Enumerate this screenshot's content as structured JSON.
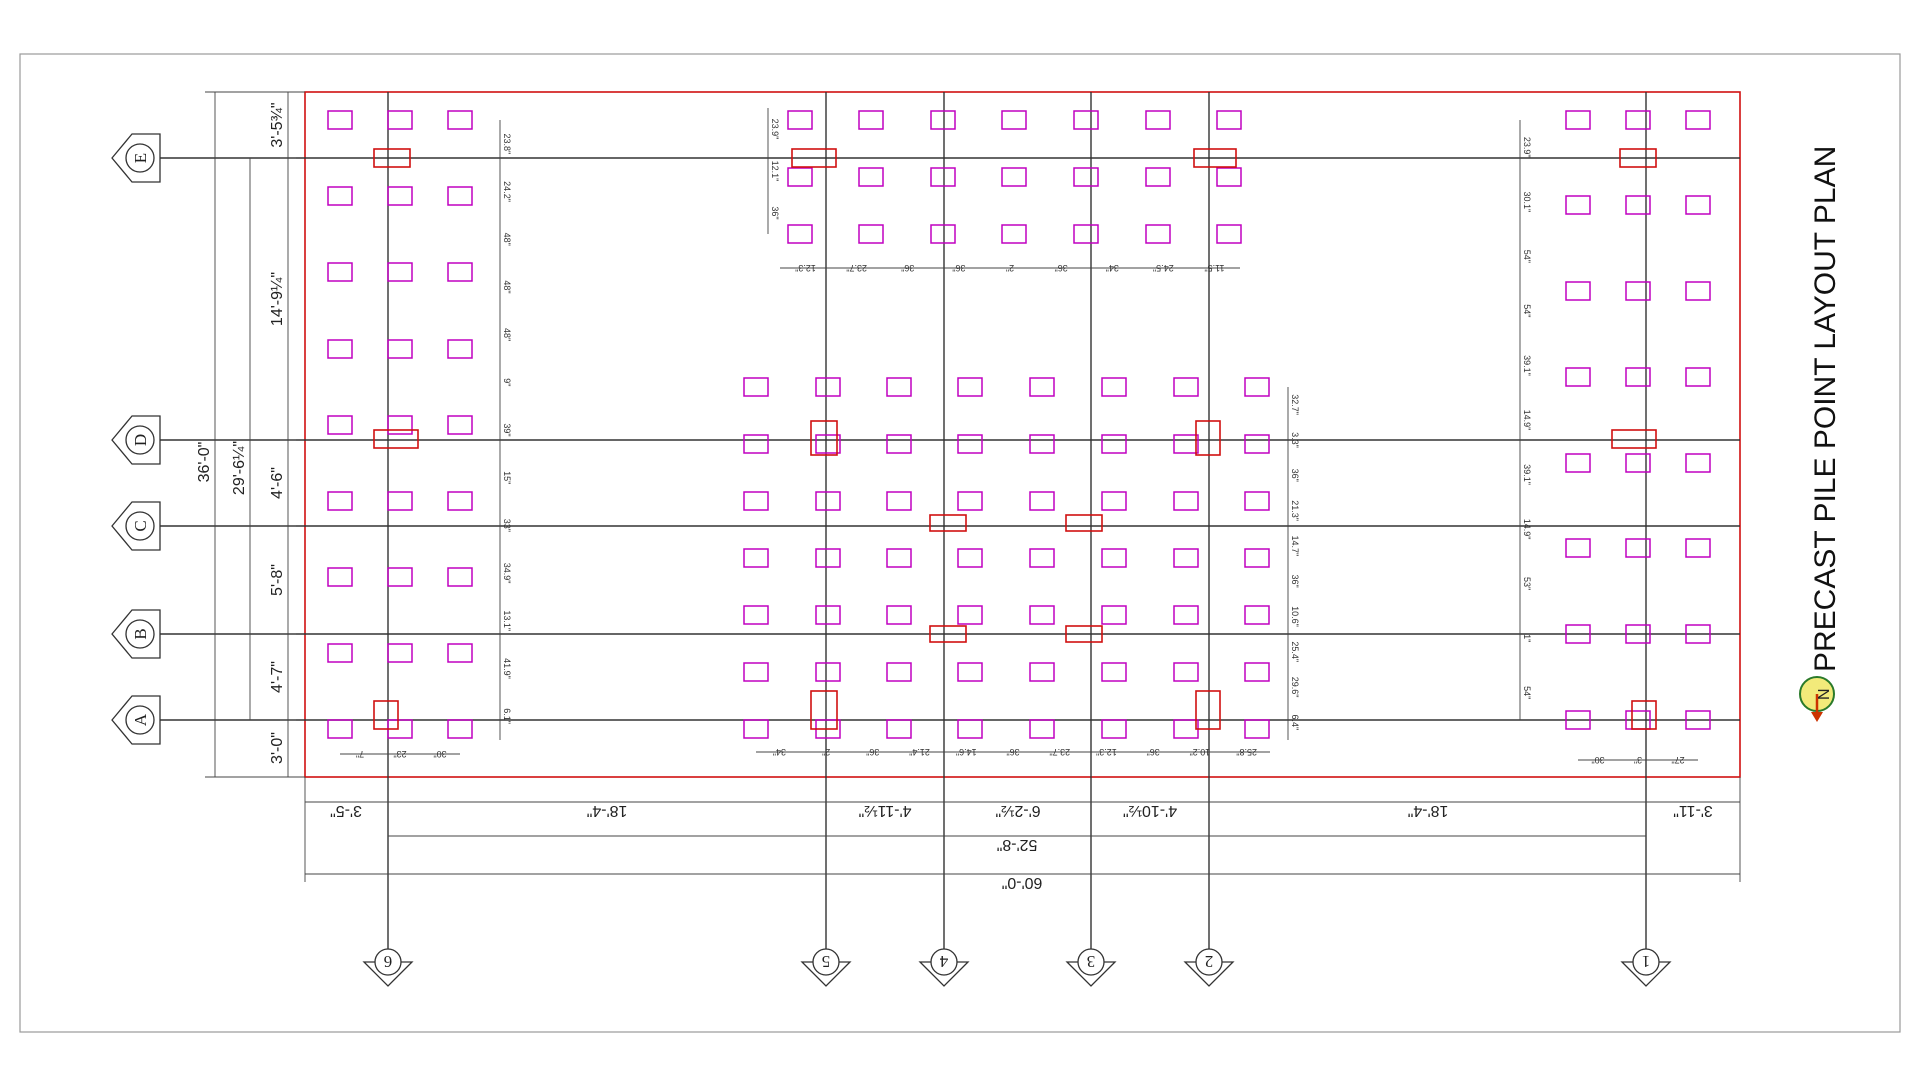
{
  "title": "PRECAST PILE POINT LAYOUT PLAN",
  "north_label": "N",
  "grid_rows": [
    "E",
    "D",
    "C",
    "B",
    "A"
  ],
  "grid_columns": [
    "6",
    "5",
    "4",
    "3",
    "2",
    "1"
  ],
  "left_dimensions": {
    "overall": "36'-0\"",
    "inner": "29'-6¼\"",
    "segments": [
      "3'-5¾\"",
      "14'-9¼\"",
      "4'-6\"",
      "5'-8\"",
      "4'-7\"",
      "3'-0\""
    ]
  },
  "bottom_dimensions": {
    "segments": [
      "3'-5\"",
      "18'-4\"",
      "4'-11½\"",
      "6'-2½\"",
      "4'-10½\"",
      "18'-4\"",
      "3'-11\""
    ],
    "grid_span": "52'-8\"",
    "overall": "60'-0\""
  },
  "pile_spacing_labels": {
    "left_vertical": [
      "23.8\"",
      "24.2\"",
      "48\"",
      "48\"",
      "48\"",
      "9\"",
      "39\"",
      "15\"",
      "33\"",
      "34.9\"",
      "13.1\"",
      "41.9\"",
      "6.1\""
    ],
    "left_bottom": [
      "7\"",
      "23\"",
      "30\""
    ],
    "top_center_vertical": [
      "23.9\"",
      "12.1\"",
      "36\""
    ],
    "top_center_bottom": [
      "12.3\"",
      "23.7\"",
      "36\"",
      "36\"",
      "2\"",
      "36\"",
      "34\"",
      "24.5\"",
      "11.5\""
    ],
    "center_vertical": [
      "32.7\"",
      "3.3\"",
      "36\"",
      "21.3\"",
      "14.7\"",
      "36\"",
      "10.6\"",
      "25.4\"",
      "29.6\"",
      "6.4\""
    ],
    "center_bottom": [
      "34\"",
      "2\"",
      "36\"",
      "21.4\"",
      "14.6\"",
      "36\"",
      "23.7\"",
      "12.3\"",
      "36\"",
      "10.2\"",
      "25.8\""
    ],
    "right_vertical": [
      "23.9\"",
      "30.1\"",
      "54\"",
      "54\"",
      "39.1\"",
      "14.9\"",
      "39.1\"",
      "14.9\"",
      "53\"",
      "1\"",
      "54\""
    ],
    "right_bottom": [
      "30\"",
      "3\"",
      "27\""
    ]
  },
  "colors": {
    "pile": "#c000c0",
    "pile_cap": "#d01010",
    "grid": "#333333",
    "building_outline": "#d01010"
  }
}
